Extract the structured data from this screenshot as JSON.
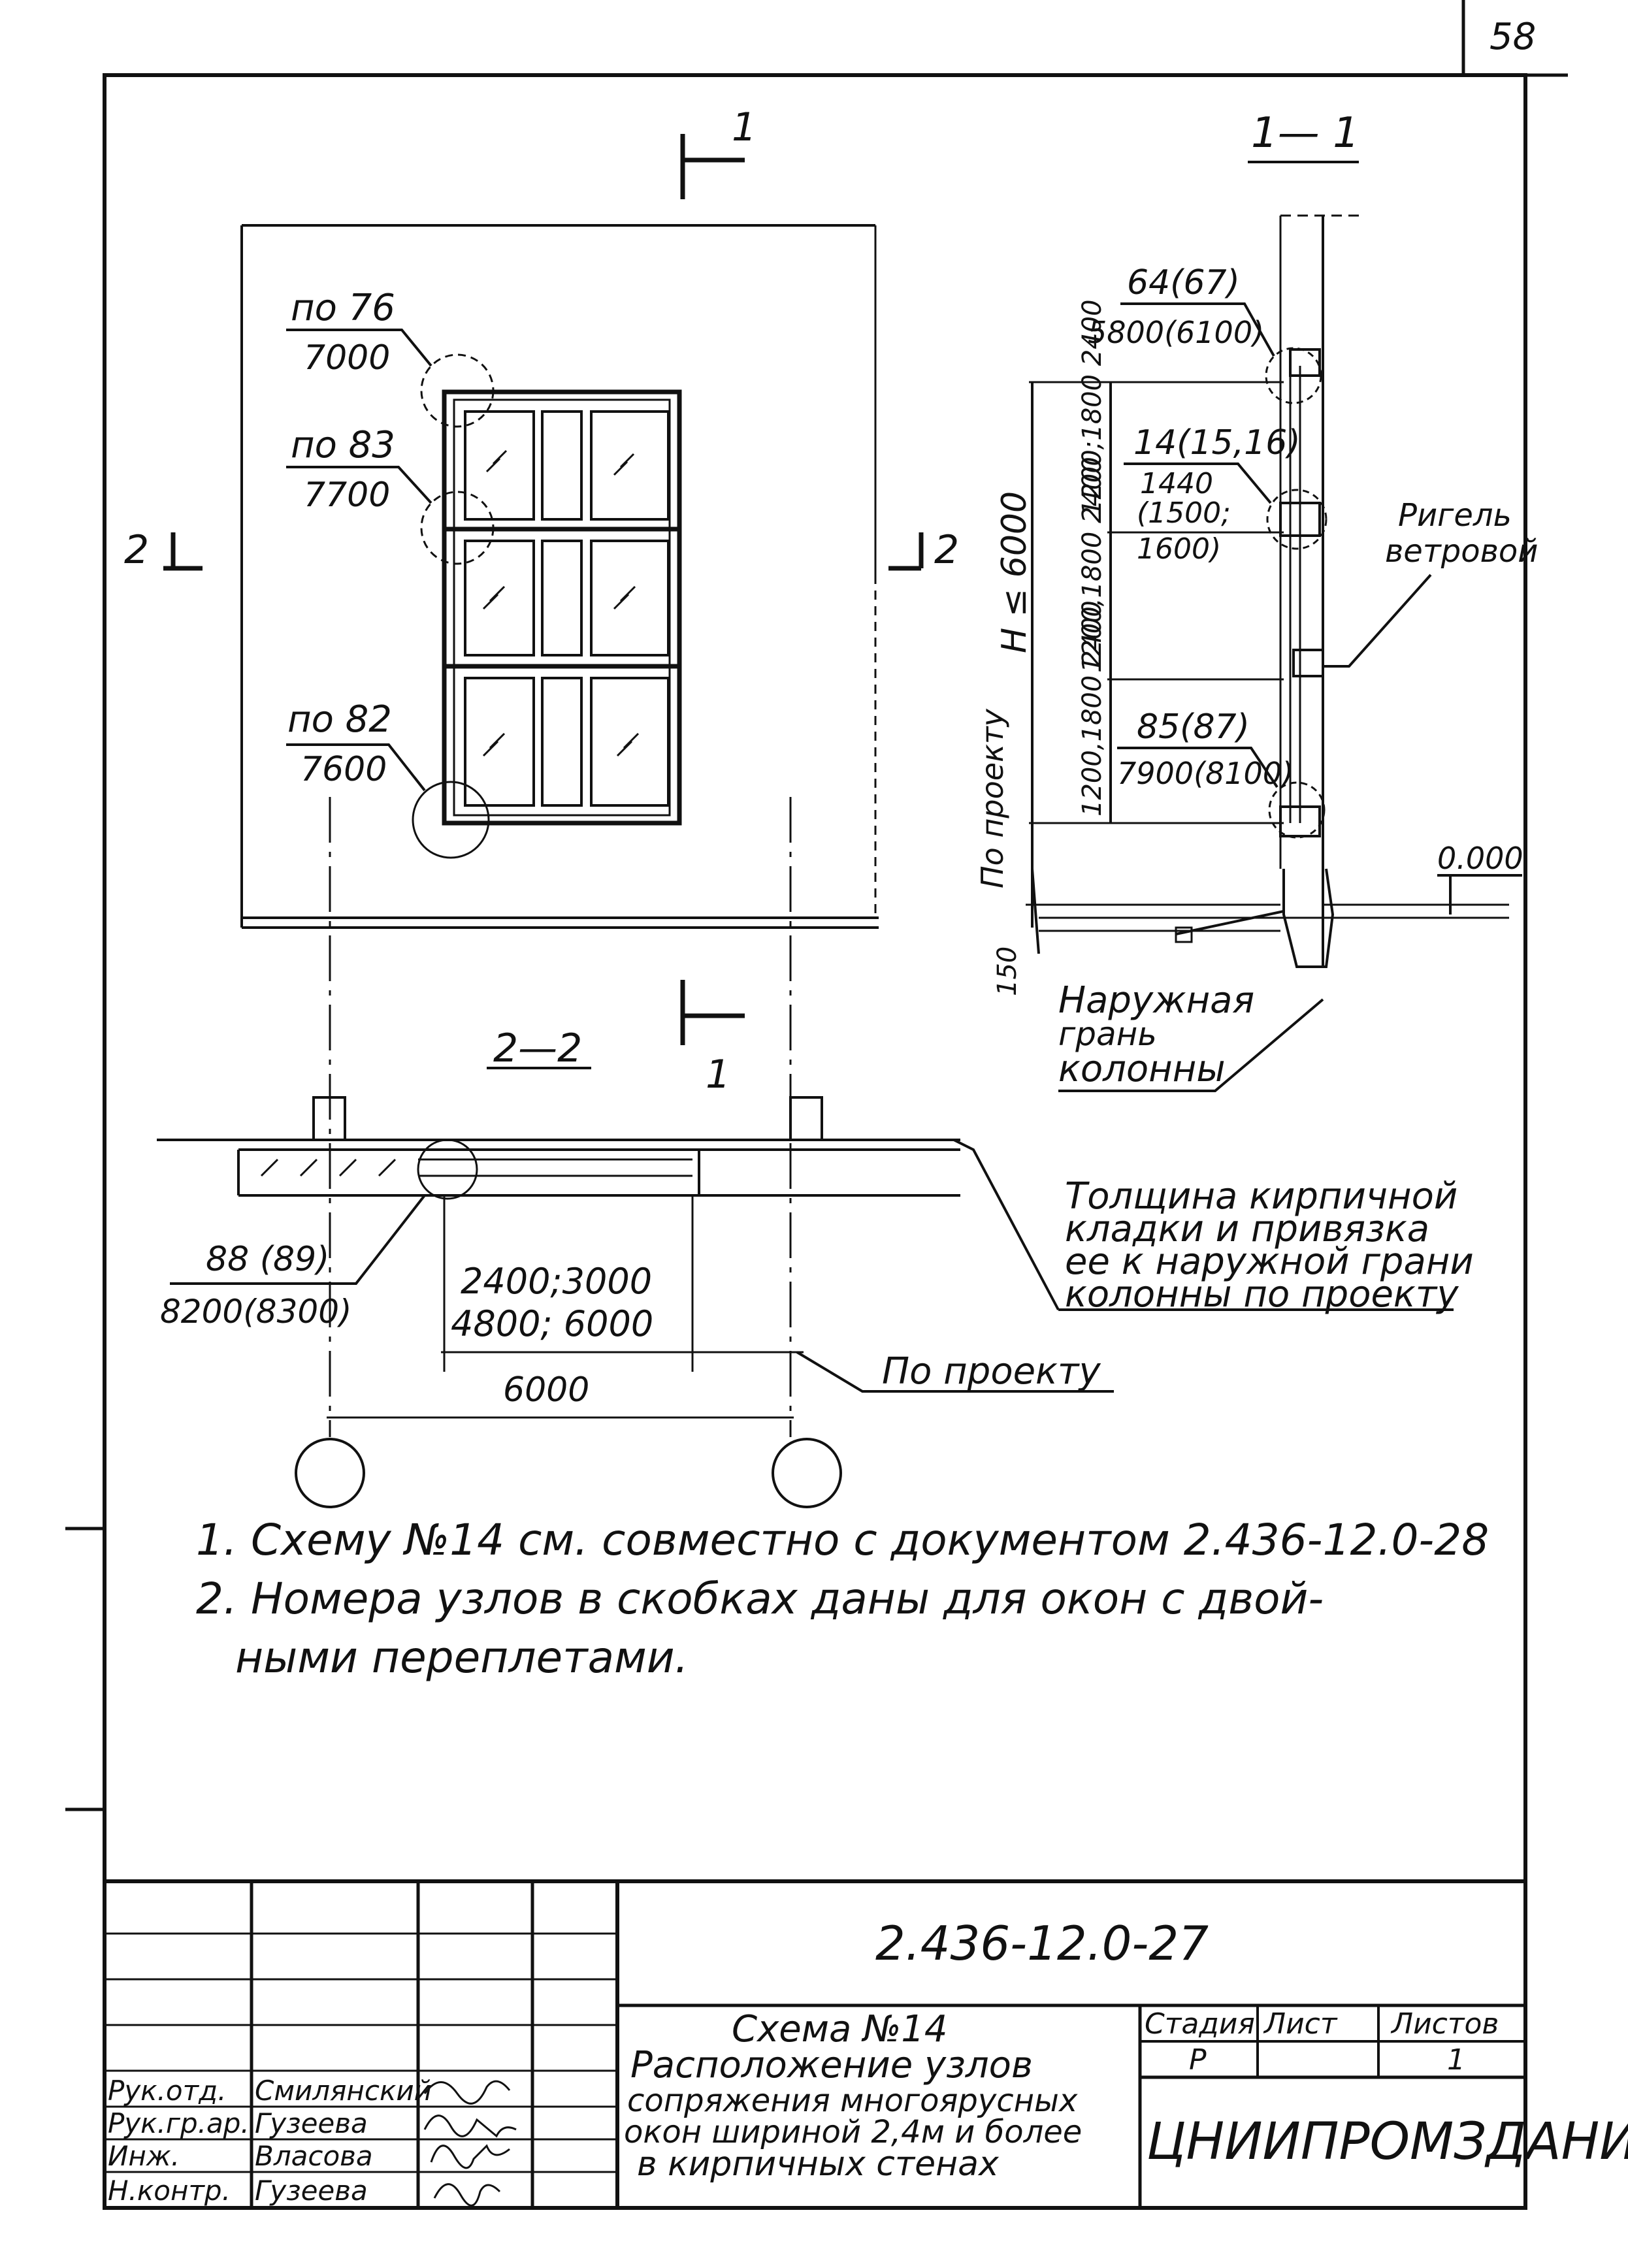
{
  "sheet_number": "58",
  "section_1_1": {
    "title": "1— 1",
    "node_top": {
      "num": "64(67)",
      "code": "5800(6100)"
    },
    "node_mid": {
      "num": "14(15,16)",
      "code_l1": "1440",
      "code_l2": "(1500;",
      "code_l3": "1600)"
    },
    "node_bot": {
      "num": "85(87)",
      "code": "7900(8100)"
    },
    "dim_height": "H ≤ 6000",
    "dim_upper": "1200;1800 2400",
    "dim_middle": "1200,1800 2400",
    "dim_lower": "1200,1800 2400",
    "dim_project": "По проекту",
    "dim_150": "150",
    "level": "0.000",
    "rigel_l1": "Ригель",
    "rigel_l2": "ветровой",
    "outer_face_l1": "Наружная",
    "outer_face_l2": "грань",
    "outer_face_l3": "колонны"
  },
  "elevation": {
    "cut_1_top": "1",
    "cut_1_bottom": "1",
    "cut_2_left": "2",
    "cut_2_right": "2",
    "node_76": {
      "num": "по 76",
      "code": "7000"
    },
    "node_83": {
      "num": "по 83",
      "code": "7700"
    },
    "node_82": {
      "num": "по 82",
      "code": "7600"
    }
  },
  "section_2_2": {
    "title": "2—2",
    "node_88": {
      "num": "88 (89)",
      "code": "8200(8300)"
    },
    "dim_window_l1": "2400;3000",
    "dim_window_l2": "4800; 6000",
    "dim_6000": "6000",
    "po_proektu": "По проекту",
    "note_l1": "Толщина кирпичной",
    "note_l2": "кладки и привязка",
    "note_l3": "ее к наружной грани",
    "note_l4": "колонны по проекту"
  },
  "notes": {
    "n1": "1. Схему №14 см. совместно с документом 2.436-12.0-28",
    "n2a": "2. Номера узлов в скобках даны для окон с двой-",
    "n2b": "ными переплетами."
  },
  "title_block": {
    "doc_code": "2.436-12.0-27",
    "scheme_l1": "Схема №14",
    "scheme_l2": "Расположение узлов",
    "scheme_l3": "сопряжения многоярусных",
    "scheme_l4": "окон шириной 2,4м и более",
    "scheme_l5": "в кирпичных стенах",
    "stage_label": "Стадия",
    "sheet_label": "Лист",
    "sheets_label": "Листов",
    "stage_value": "Р",
    "sheets_value": "1",
    "org": "ЦНИИПРОМЗДАНИЙ",
    "people": [
      {
        "role": "Рук.отд.",
        "name": "Смилянский"
      },
      {
        "role": "Рук.гр.ар.",
        "name": "Гузеева"
      },
      {
        "role": "Инж.",
        "name": "Власова"
      },
      {
        "role": "Н.контр.",
        "name": "Гузеева"
      }
    ]
  }
}
